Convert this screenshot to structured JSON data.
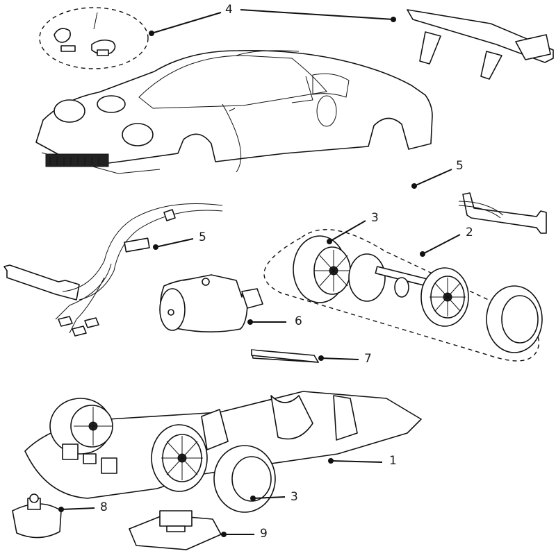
{
  "callouts": [
    {
      "id": "c-4",
      "text": "4"
    },
    {
      "id": "c-5-top",
      "text": "5"
    },
    {
      "id": "c-3-top",
      "text": "3"
    },
    {
      "id": "c-2",
      "text": "2"
    },
    {
      "id": "c-5-mid",
      "text": "5"
    },
    {
      "id": "c-6",
      "text": "6"
    },
    {
      "id": "c-7",
      "text": "7"
    },
    {
      "id": "c-1",
      "text": "1"
    },
    {
      "id": "c-3-bot",
      "text": "3"
    },
    {
      "id": "c-8",
      "text": "8"
    },
    {
      "id": "c-9",
      "text": "9"
    }
  ],
  "parts": [
    "car-body",
    "rear-wing",
    "mirror-parts-group",
    "front-guide-bracket",
    "cable-harness",
    "motor",
    "rear-axle-assembly",
    "rear-tyre",
    "magnet",
    "chassis",
    "guide-blade",
    "decoder-module"
  ]
}
